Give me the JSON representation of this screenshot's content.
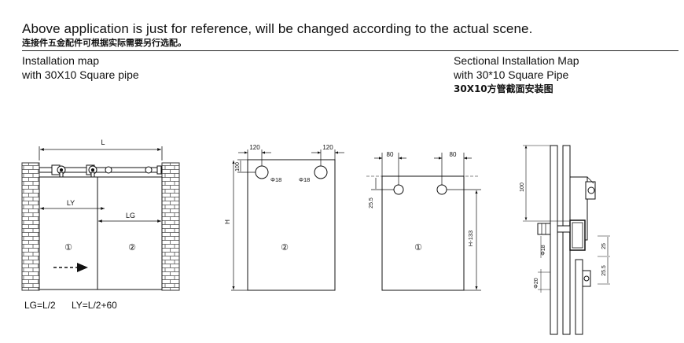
{
  "notice": {
    "english": "Above application is just for reference, will be changed according to the actual scene.",
    "chinese": "连接件五金配件可根据实际需要另行选配。"
  },
  "captions": {
    "left": [
      "Installation map",
      "with 30X10 Square pipe"
    ],
    "right": [
      "Sectional Installation Map",
      "with 30*10 Square Pipe",
      "30X10方管截面安装图"
    ]
  },
  "diagram1": {
    "dim_L": "L",
    "dim_LY": "LY",
    "dim_LG": "LG",
    "panel_1": "①",
    "panel_2": "②",
    "formula_lg": "LG=L/2",
    "formula_ly": "LY=L/2+60"
  },
  "diagram2": {
    "dim_left": "120",
    "dim_right": "120",
    "dim_top": "100",
    "hole_left": "Φ18",
    "hole_right": "Φ18",
    "dim_height": "H",
    "panel": "②"
  },
  "diagram3": {
    "dim_left": "80",
    "dim_right": "80",
    "dim_side": "25.5",
    "dim_height": "H-133",
    "panel": "①"
  },
  "diagram4": {
    "dim_100": "100",
    "dim_phi18": "Φ18",
    "dim_25": "25",
    "dim_25_5": "25.5",
    "dim_phi20": "Φ20"
  }
}
